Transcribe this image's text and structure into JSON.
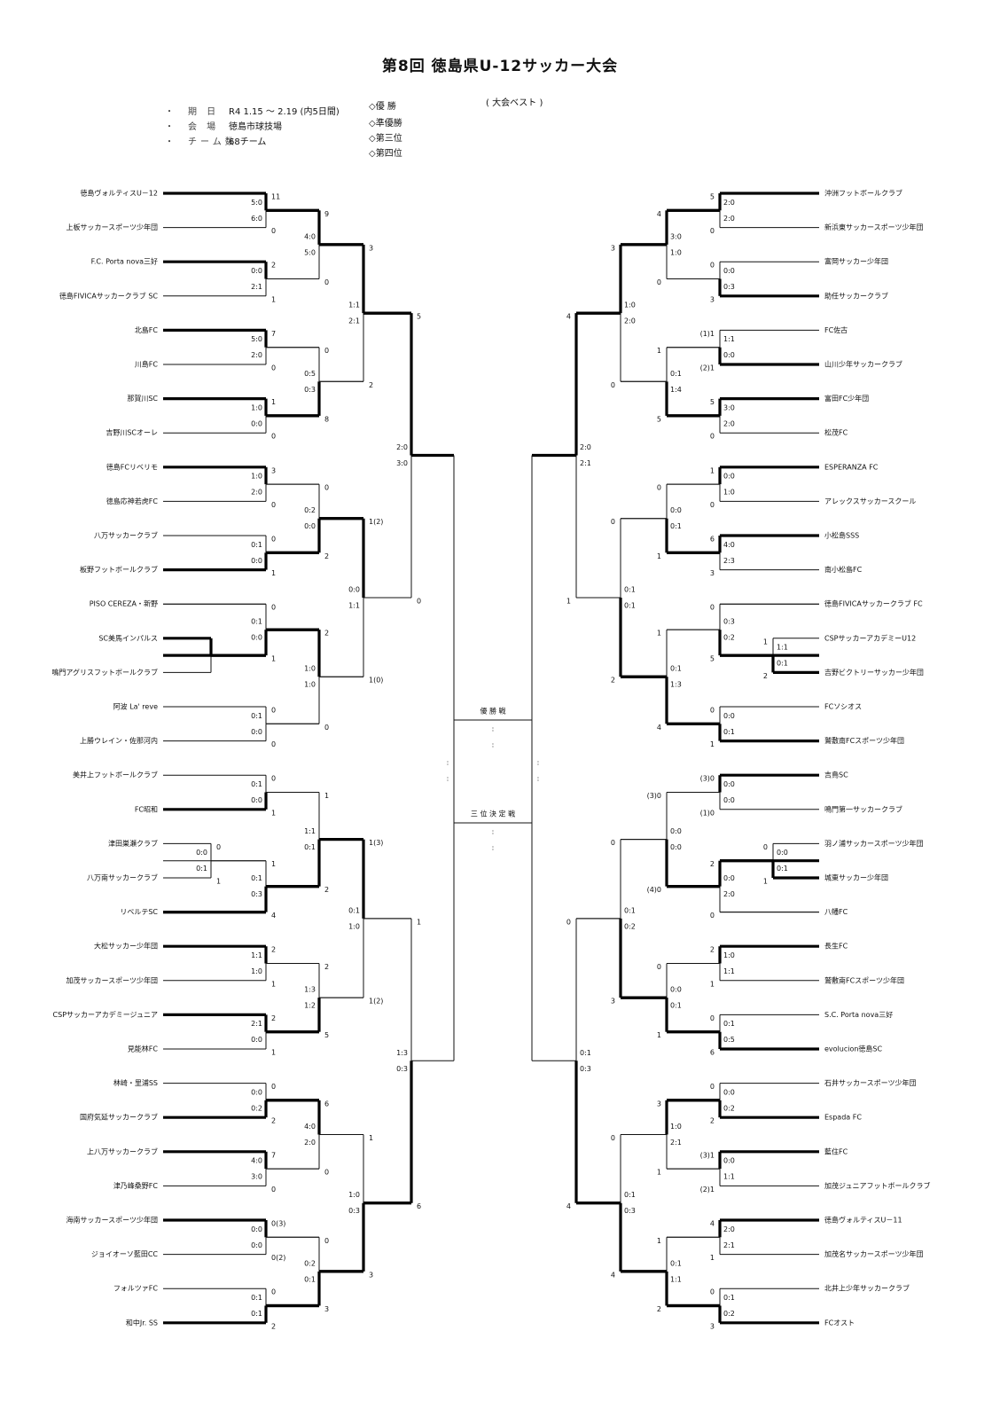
{
  "title": "第8回 徳島県U-12サッカー大会",
  "info": [
    {
      "bullet": "・",
      "label": "期 日",
      "value": "R4 1.15 ～ 2.19 (内5日間)"
    },
    {
      "bullet": "・",
      "label": "会 場",
      "value": "徳島市球技場"
    },
    {
      "bullet": "・",
      "label": "チーム数",
      "value": "68チーム"
    }
  ],
  "results": {
    "winner": "◇優 勝",
    "runner_up": "◇準優勝",
    "third": "◇第三位",
    "fourth": "◇第四位",
    "note": "( 大会ベスト )"
  },
  "left_teams": [
    "徳島ヴォルティスU－12",
    "上板サッカースポーツ少年団",
    "F.C. Porta nova三好",
    "徳島FIVICAサッカークラブ SC",
    "北島FC",
    "川島FC",
    "那賀川SC",
    "吉野川SCオーレ",
    "徳島FCリベリモ",
    "徳島応神若虎FC",
    "八万サッカークラブ",
    "板野フットボールクラブ",
    "PISO CEREZA・新野",
    "SC美馬インパルス",
    "鳴門アグリスフットボールクラブ",
    "阿波 La' reve",
    "上勝ウレイン・佐那河内",
    "美井上フットボールクラブ",
    "FC昭和",
    "津田巣瀬クラブ",
    "八万南サッカークラブ",
    "リベルテSC",
    "大松サッカー少年団",
    "加茂サッカースポーツ少年団",
    "CSPサッカーアカデミージュニア",
    "見能林FC",
    "林崎・里浦SS",
    "国府気延サッカークラブ",
    "上八万サッカークラブ",
    "津乃峰桑野FC",
    "海南サッカースポーツ少年団",
    "ジョイオーソ藍田CC",
    "フォルツァFC",
    "和中Jr. SS"
  ],
  "right_teams": [
    "沖洲フットボールクラブ",
    "新浜東サッカースポーツ少年団",
    "富岡サッカー少年団",
    "助任サッカークラブ",
    "FC佐古",
    "山川少年サッカークラブ",
    "富田FC少年団",
    "松茂FC",
    "ESPERANZA FC",
    "アレックスサッカースクール",
    "小松島SSS",
    "南小松島FC",
    "徳島FIVICAサッカークラブ FC",
    "CSPサッカーアカデミーU12",
    "吉野ビクトリーサッカー少年団",
    "FCソシオス",
    "鷲敷南FCスポーツ少年団",
    "吉鳥SC",
    "鳴門第一サッカークラブ",
    "羽ノ浦サッカースポーツ少年団",
    "城東サッカー少年団",
    "八幡FC",
    "長生FC",
    "鷲敷南FCスポーツ少年団",
    "S.C. Porta nova三好",
    "evolucion徳島SC",
    "石井サッカースポーツ少年団",
    "Espada FC",
    "藍住FC",
    "加茂ジュニアフットボールクラブ",
    "徳島ヴォルティスU－11",
    "加茂名サッカースポーツ少年団",
    "北井上少年サッカークラブ",
    "FCオスト"
  ],
  "left_r1_scores": [
    [
      "11",
      "0",
      "5:0",
      "6:0"
    ],
    [
      "2",
      "1",
      "0:0",
      "2:1"
    ],
    [
      "7",
      "0",
      "5:0",
      "2:0"
    ],
    [
      "1",
      "0",
      "1:0",
      "0:0"
    ],
    [
      "3",
      "0",
      "1:0",
      "2:0"
    ],
    [
      "0",
      "1",
      "0:1",
      "0:0"
    ],
    [
      "0",
      "1",
      "0:1",
      "0:0"
    ],
    [
      "0",
      "0",
      "0:1",
      "0:0"
    ],
    [
      "0",
      "1",
      "0:1",
      "0:0"
    ],
    [
      "1",
      "4",
      "0:1",
      "0:3"
    ],
    [
      "2",
      "1",
      "1:1",
      "1:0"
    ],
    [
      "2",
      "1",
      "2:1",
      "0:0"
    ],
    [
      "0",
      "2",
      "0:0",
      "0:2"
    ],
    [
      "7",
      "0",
      "4:0",
      "3:0"
    ],
    [
      "0(3)",
      "0(2)",
      "0:0",
      "0:0"
    ],
    [
      "0",
      "2",
      "0:1",
      "0:1"
    ]
  ],
  "left_r2_scores": [
    [
      "9",
      "0",
      "4:0",
      "5:0"
    ],
    [
      "0",
      "8",
      "0:5",
      "0:3"
    ],
    [
      "0",
      "2",
      "0:2",
      "0:0"
    ],
    [
      "2",
      "0",
      "1:0",
      "1:0"
    ],
    [
      "1",
      "2",
      "1:1",
      "0:1"
    ],
    [
      "2",
      "5",
      "1:3",
      "1:2"
    ],
    [
      "6",
      "0",
      "4:0",
      "2:0"
    ],
    [
      "0",
      "3",
      "0:2",
      "0:1"
    ]
  ],
  "left_r3_scores": [
    [
      "3",
      "2",
      "1:1",
      "2:1"
    ],
    [
      "1(2)",
      "1(0)",
      "0:0",
      "1:1"
    ],
    [
      "1(3)",
      "1(2)",
      "0:1",
      "1:0"
    ],
    [
      "1",
      "3",
      "1:0",
      "0:3"
    ]
  ],
  "left_r4_scores": [
    [
      "5",
      "0",
      "2:0",
      "3:0"
    ],
    [
      "1",
      "6",
      "1:3",
      "0:3"
    ]
  ],
  "right_r1_scores": [
    [
      "5",
      "0",
      "2:0",
      "2:0"
    ],
    [
      "0",
      "3",
      "0:0",
      "0:3"
    ],
    [
      "(1)1",
      "(2)1",
      "1:1",
      "0:0"
    ],
    [
      "5",
      "0",
      "3:0",
      "2:0"
    ],
    [
      "1",
      "0",
      "0:0",
      "1:0"
    ],
    [
      "6",
      "3",
      "4:0",
      "2:3"
    ],
    [
      "0",
      "5",
      "0:3",
      "0:2"
    ],
    [
      "0",
      "1",
      "0:0",
      "0:1"
    ],
    [
      "(3)0",
      "(1)0",
      "0:0",
      "0:0"
    ],
    [
      "2",
      "0",
      "0:0",
      "2:0"
    ],
    [
      "2",
      "1",
      "1:0",
      "1:1"
    ],
    [
      "0",
      "6",
      "0:1",
      "0:5"
    ],
    [
      "0",
      "2",
      "0:0",
      "0:2"
    ],
    [
      "(3)1",
      "(2)1",
      "0:0",
      "1:1"
    ],
    [
      "4",
      "1",
      "2:0",
      "2:1"
    ],
    [
      "0",
      "3",
      "0:1",
      "0:2"
    ]
  ],
  "right_r2_scores": [
    [
      "4",
      "0",
      "3:0",
      "1:0"
    ],
    [
      "1",
      "5",
      "0:1",
      "1:4"
    ],
    [
      "0",
      "1",
      "0:0",
      "0:1"
    ],
    [
      "1",
      "4",
      "0:1",
      "1:3"
    ],
    [
      "(3)0",
      "(4)0",
      "0:0",
      "0:0"
    ],
    [
      "0",
      "1",
      "0:0",
      "0:1"
    ],
    [
      "3",
      "1",
      "1:0",
      "2:1"
    ],
    [
      "1",
      "2",
      "0:1",
      "1:1"
    ]
  ],
  "right_r3_scores": [
    [
      "3",
      "0",
      "1:0",
      "2:0"
    ],
    [
      "0",
      "2",
      "0:1",
      "0:1"
    ],
    [
      "0",
      "3",
      "0:1",
      "0:2"
    ],
    [
      "0",
      "4",
      "0:1",
      "0:3"
    ]
  ],
  "right_r4_scores": [
    [
      "4",
      "1",
      "2:0",
      "2:1"
    ],
    [
      "0",
      "4",
      "0:1",
      "0:3"
    ]
  ],
  "right_extra": {
    "top": "1",
    "bottom": "2",
    "s1": "1:1",
    "s2": "0:1"
  },
  "left_extra": {
    "top": "0",
    "bottom": "1",
    "s1": "0:0",
    "s2": "0:1"
  },
  "final": {
    "label": "優 勝 戦",
    "score": ":",
    "score2": ":"
  },
  "third_place": {
    "label": "三 位 決 定 戦",
    "score": ":",
    "score2": ":"
  },
  "final_side_colon": ":"
}
